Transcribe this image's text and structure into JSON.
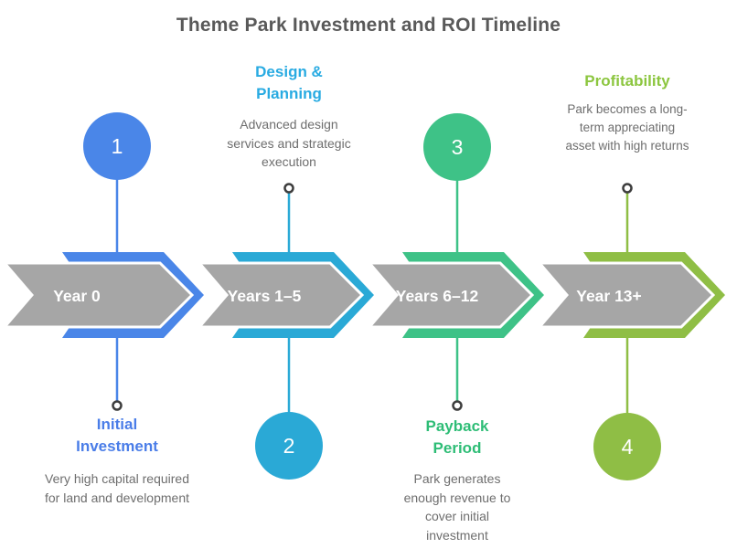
{
  "title": "Theme Park Investment and ROI Timeline",
  "phases": [
    {
      "number": "1",
      "period": "Year 0",
      "heading": "Initial Investment",
      "description": "Very high capital required for land and development",
      "color": "#4a86e8",
      "heading_color": "#4a7de8",
      "annotation_side": "bottom"
    },
    {
      "number": "2",
      "period": "Years 1–5",
      "heading": "Design & Planning",
      "description": "Advanced design services and strategic execution",
      "color": "#2aa9d6",
      "heading_color": "#29abe2",
      "annotation_side": "top"
    },
    {
      "number": "3",
      "period": "Years 6–12",
      "heading": "Payback Period",
      "description": "Park generates enough revenue to cover initial investment",
      "color": "#3ec287",
      "heading_color": "#2ebd76",
      "annotation_side": "bottom"
    },
    {
      "number": "4",
      "period": "Year 13+",
      "heading": "Profitability",
      "description": "Park becomes a long-term appreciating asset with high returns",
      "color": "#8fbe45",
      "heading_color": "#8cc63f",
      "annotation_side": "top"
    }
  ],
  "colors": {
    "background": "#ffffff",
    "band": "#a6a6a6",
    "band_text": "#ffffff",
    "title_text": "#595959",
    "description_text": "#6e6e6e",
    "marker_stroke": "#3d3d3d"
  }
}
